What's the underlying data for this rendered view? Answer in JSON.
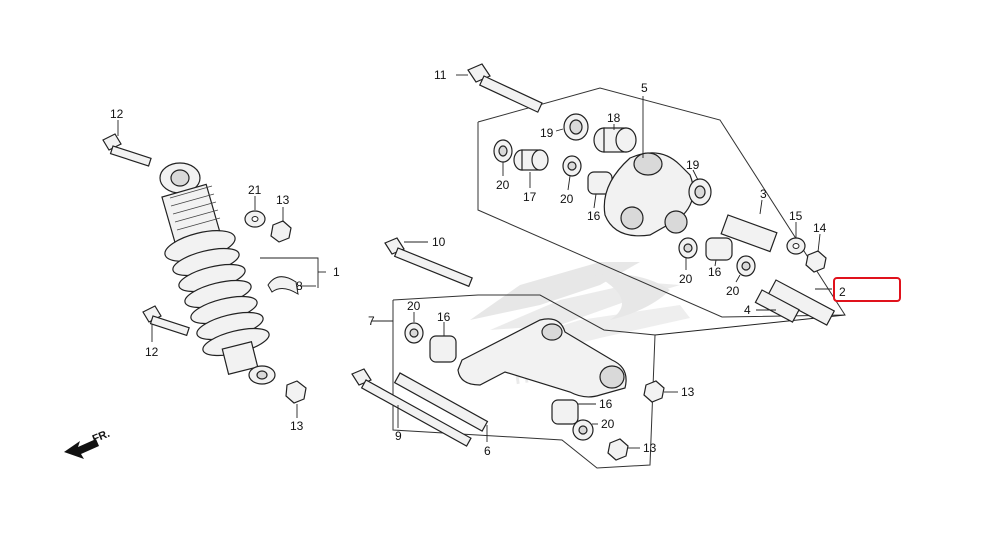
{
  "diagram": {
    "labels": {
      "p1": "1",
      "p2": "2",
      "p3": "3",
      "p4": "4",
      "p5": "5",
      "p6": "6",
      "p7": "7",
      "p8": "8",
      "p9": "9",
      "p10": "10",
      "p11": "11",
      "p12a": "12",
      "p12b": "12",
      "p13a": "13",
      "p13b": "13",
      "p13c": "13",
      "p13d": "13",
      "p14": "14",
      "p15": "15",
      "p16a": "16",
      "p16b": "16",
      "p16c": "16",
      "p16d": "16",
      "p17": "17",
      "p18": "18",
      "p19a": "19",
      "p19b": "19",
      "p20a": "20",
      "p20b": "20",
      "p20c": "20",
      "p20d": "20",
      "p20e": "20",
      "p20f": "20",
      "p21": "21"
    },
    "front_arrow": "FR.",
    "watermark": "HONDA",
    "highlight_color": "#e0121c"
  }
}
